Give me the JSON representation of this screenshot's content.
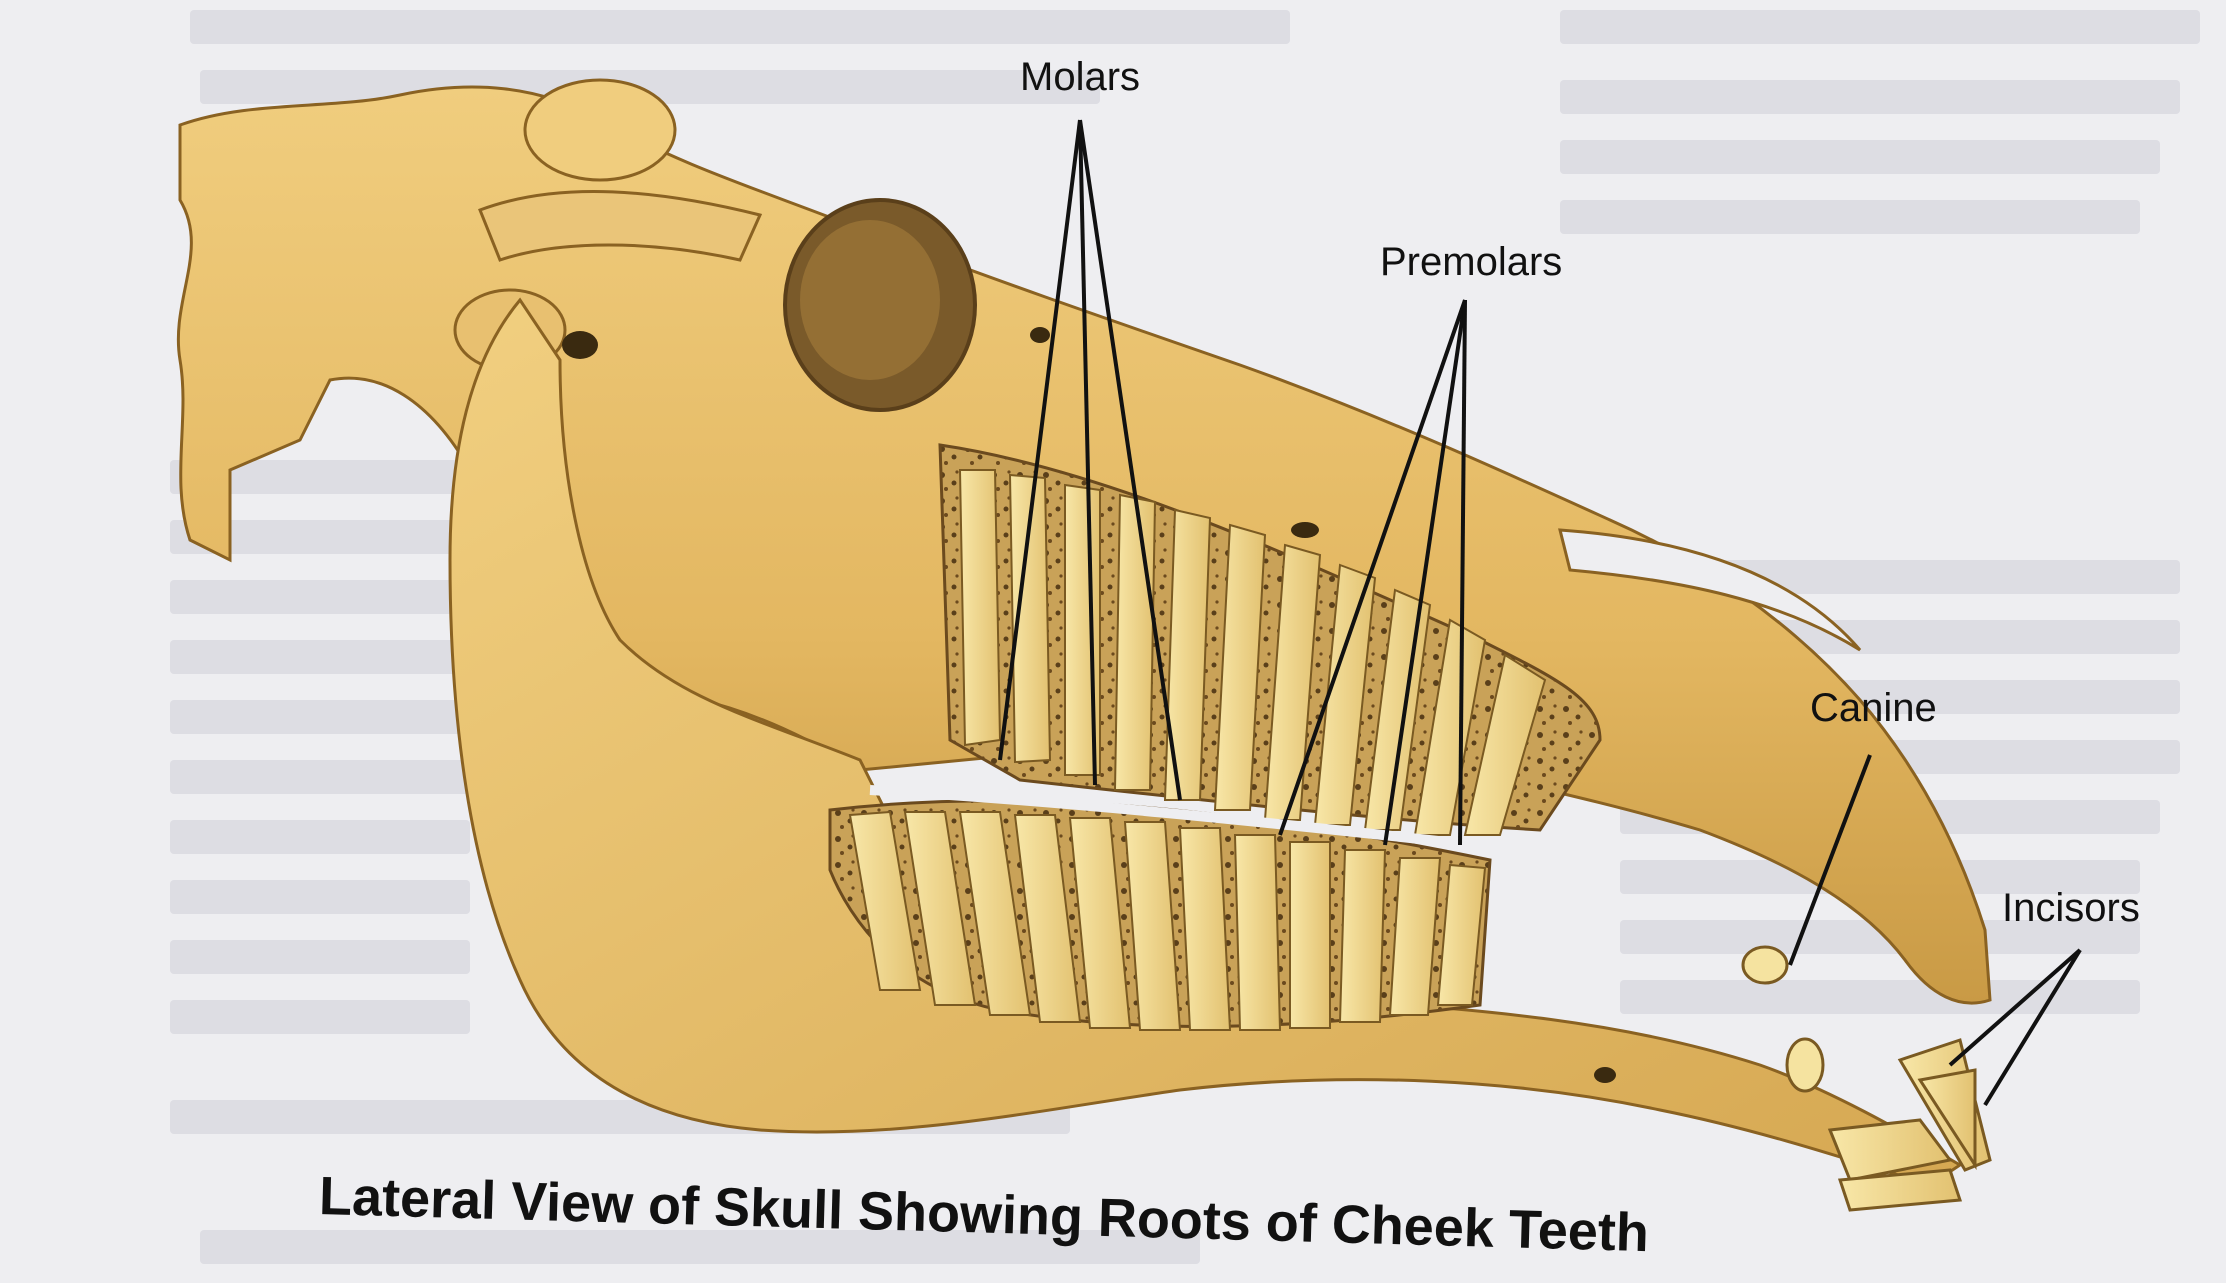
{
  "labels": {
    "molars": "Molars",
    "premolars": "Premolars",
    "canine": "Canine",
    "incisors": "Incisors"
  },
  "caption": "Lateral View of Skull Showing Roots of Cheek Teeth",
  "colors": {
    "background": "#eeeef1",
    "bone": "#e6bd6a",
    "bone_shadow": "#a77d2e",
    "tooth": "#f3df96",
    "spongy_bone": "#c9a258",
    "pores": "#5a3f1a",
    "leader_line": "#111111"
  }
}
